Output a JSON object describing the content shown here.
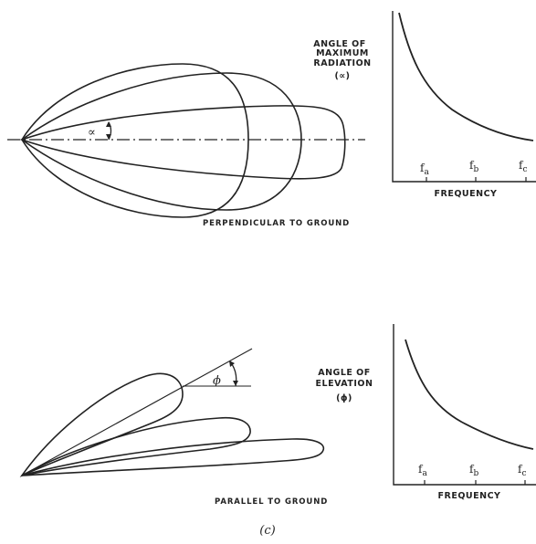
{
  "top_panel": {
    "alpha_symbol": "∝",
    "caption": "PERPENDICULAR TO GROUND",
    "chart": {
      "ylabel_line1": "ANGLE OF",
      "ylabel_line2": "MAXIMUM",
      "ylabel_line3": "RADIATION",
      "ylabel_line4": "(∝)",
      "xlabel": "FREQUENCY",
      "ticks": [
        {
          "sym": "f",
          "sub": "a"
        },
        {
          "sym": "f",
          "sub": "b"
        },
        {
          "sym": "f",
          "sub": "c"
        }
      ]
    }
  },
  "bottom_panel": {
    "phi_symbol": "ϕ",
    "caption": "PARALLEL TO GROUND",
    "chart": {
      "ylabel_line1": "ANGLE OF",
      "ylabel_line2": "ELEVATION",
      "ylabel_line3": "(ϕ)",
      "xlabel": "FREQUENCY",
      "ticks": [
        {
          "sym": "f",
          "sub": "a"
        },
        {
          "sym": "f",
          "sub": "b"
        },
        {
          "sym": "f",
          "sub": "c"
        }
      ]
    }
  },
  "figure_label": "(c)"
}
